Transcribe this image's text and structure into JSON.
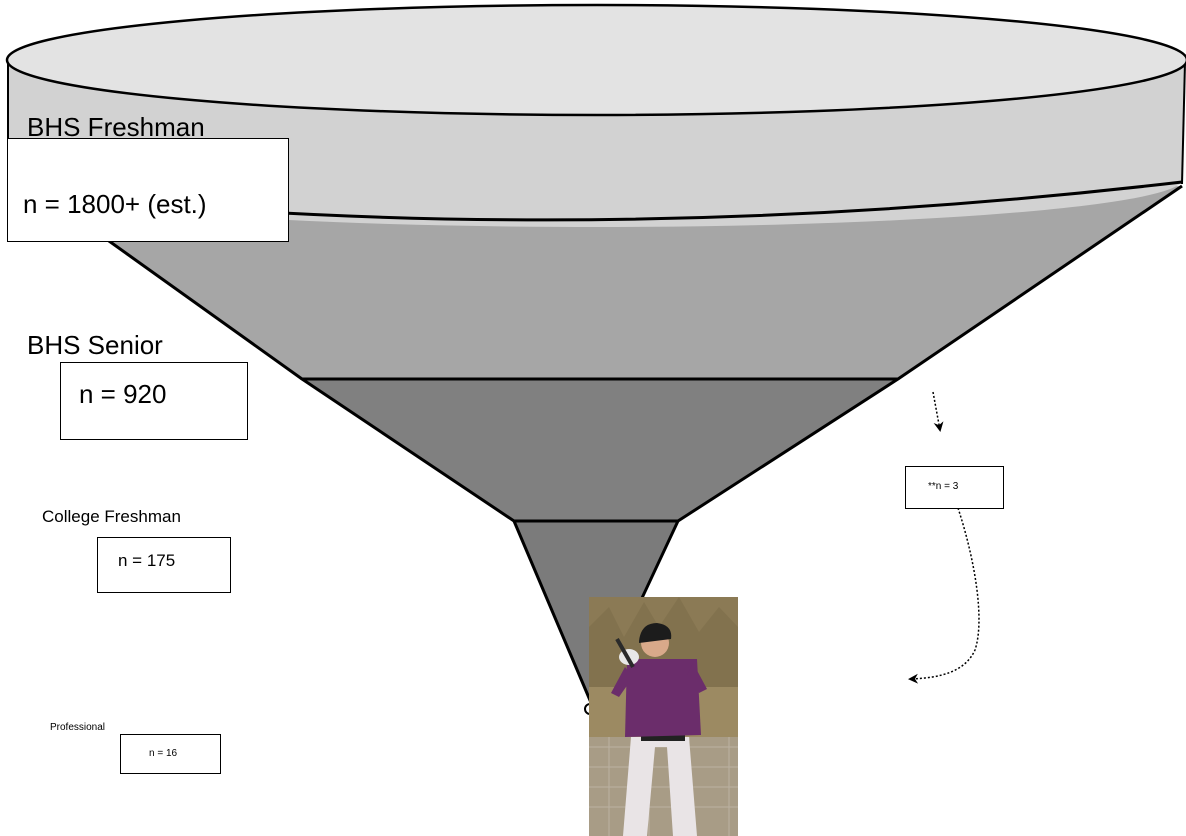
{
  "levels": [
    {
      "label": "BHS Freshman",
      "count_text": "n = 1800+ (est.)"
    },
    {
      "label": "BHS Senior",
      "count_text": "n = 920"
    },
    {
      "label": "College Freshman",
      "count_text": "n = 175"
    },
    {
      "label": "Professional",
      "count_text": "n = 16"
    }
  ],
  "side_note": {
    "count_text": "**n = 3"
  },
  "colors": {
    "rim_top": "#e3e3e3",
    "rim_band": "#d2d2d2",
    "stage_1": "#a6a6a6",
    "stage_2": "#808080",
    "stage_3": "#7b7b7b",
    "outline": "#000000",
    "uniform": "#6b2d6b",
    "photo_background": "#9c8a62"
  },
  "icons": {
    "photo": "baseball-batter-photo",
    "arrow": "dotted-curved-arrow"
  }
}
